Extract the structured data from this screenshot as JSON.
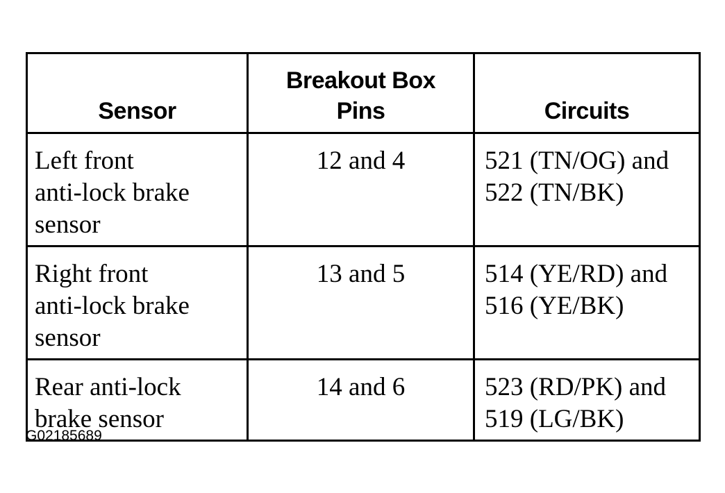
{
  "table": {
    "headers": {
      "sensor": "Sensor",
      "pins_line1": "Breakout Box",
      "pins_line2": "Pins",
      "circuits": "Circuits"
    },
    "rows": [
      {
        "sensor": [
          "Left front",
          "anti-lock brake",
          "sensor"
        ],
        "pins": "12 and 4",
        "circuits": [
          "521 (TN/OG) and",
          "522 (TN/BK)"
        ]
      },
      {
        "sensor": [
          "Right front",
          "anti-lock brake",
          "sensor"
        ],
        "pins": "13 and 5",
        "circuits": [
          "514 (YE/RD) and",
          "516 (YE/BK)"
        ]
      },
      {
        "sensor": [
          "Rear anti-lock",
          "brake sensor"
        ],
        "pins": "14 and 6",
        "circuits": [
          "523 (RD/PK) and",
          "519 (LG/BK)"
        ]
      }
    ]
  },
  "figure_id": "G02185689"
}
